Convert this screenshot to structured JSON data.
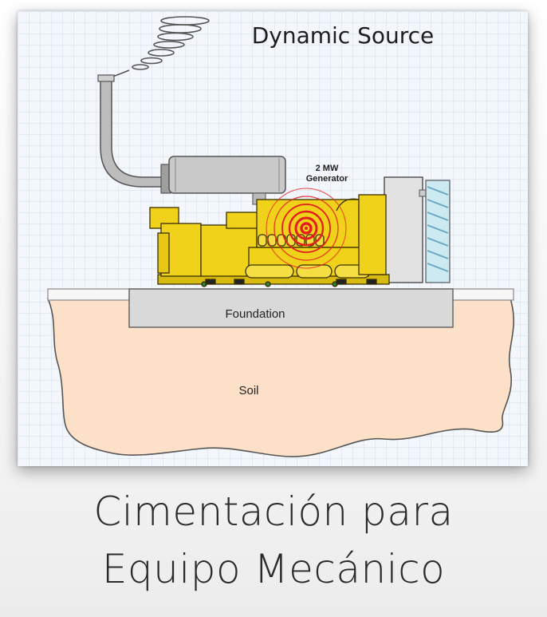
{
  "diagram": {
    "title": "Dynamic Source",
    "generator_label_line1": "2 MW",
    "generator_label_line2": "Generator",
    "foundation_label": "Foundation",
    "soil_label": "Soil"
  },
  "caption": {
    "line1": "Cimentación para",
    "line2": "Equipo Mecánico"
  },
  "colors": {
    "grid_background": "#f3f6fb",
    "grid_line": "#d4deec",
    "soil_fill": "#fce0c7",
    "foundation_fill": "#d9d9d9",
    "engine_yellow": "#f0d21a",
    "vibration_red": "#e41e1e",
    "radiator_blue": "#bfe3ee"
  }
}
